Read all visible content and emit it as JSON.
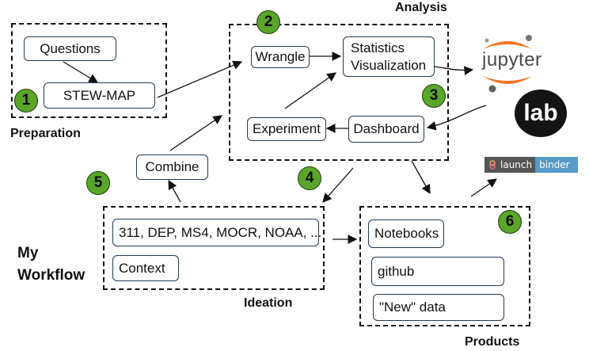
{
  "sections": {
    "preparation": "Preparation",
    "analysis": "Analysis",
    "ideation": "Ideation",
    "products": "Products",
    "workflow_line1": "My",
    "workflow_line2": "Workflow"
  },
  "boxes": {
    "questions": "Questions",
    "stew_map": "STEW-MAP",
    "wrangle": "Wrangle",
    "statistics": "Statistics",
    "visualization": "Visualization",
    "experiment": "Experiment",
    "dashboard": "Dashboard",
    "combine": "Combine",
    "sources": "311, DEP, MS4, MOCR, NOAA, ...",
    "context": "Context",
    "notebooks": "Notebooks",
    "github": "github",
    "new_data": "\"New\" data"
  },
  "badges": [
    "1",
    "2",
    "3",
    "4",
    "5",
    "6"
  ],
  "logos": {
    "jupyter": "jupyter",
    "lab": "lab",
    "binder_left": "launch",
    "binder_right": "binder"
  },
  "colors": {
    "badge_green": "#5aa62a",
    "jupyter_orange": "#f37626",
    "binder_blue": "#579aca"
  }
}
